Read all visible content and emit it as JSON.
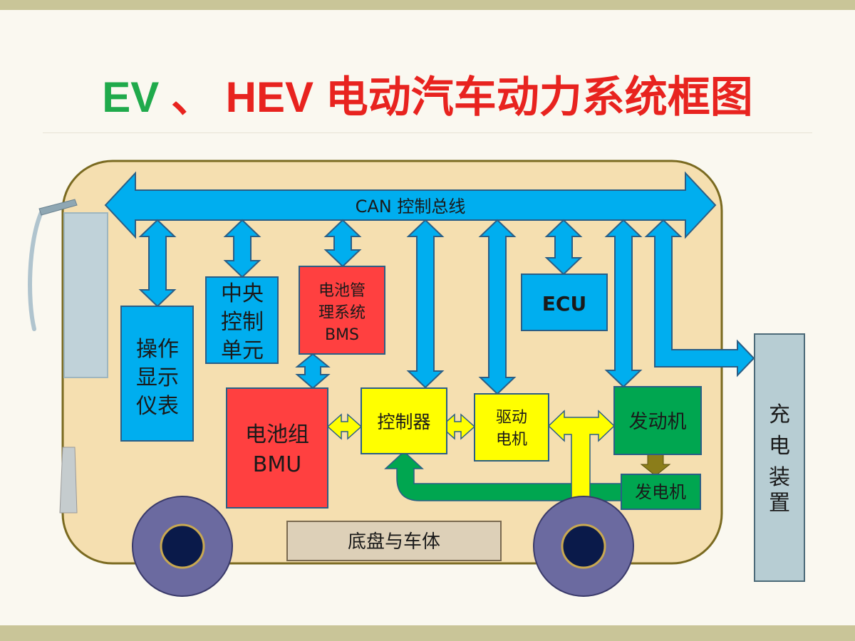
{
  "title": {
    "ev": "EV",
    "separator": "、",
    "rest": "HEV 电动汽车动力系统框图"
  },
  "colors": {
    "bus_body": "#f5dfb0",
    "bus_outline": "#7a6a20",
    "can_blue": "#00aeef",
    "red_box": "#ff4040",
    "yellow_box": "#ffff00",
    "green_box": "#00a650",
    "olive_arrow": "#8b7d1a",
    "charger": "#b7cdd3",
    "wheel_outer": "#6b6aa0",
    "wheel_inner": "#0a1a4a"
  },
  "diagram": {
    "can_bus": "CAN  控制总线",
    "display": [
      "操作",
      "显示",
      "仪表"
    ],
    "central_ctrl": [
      "中央",
      "控制",
      "单元"
    ],
    "bms": [
      "电池管",
      "理系统",
      "BMS"
    ],
    "ecu": "ECU",
    "battery": [
      "电池组",
      "BMU"
    ],
    "controller": "控制器",
    "drive_motor": [
      "驱动",
      "电机"
    ],
    "engine": "发动机",
    "generator": "发电机",
    "chassis": "底盘与车体",
    "charger": [
      "充",
      "电",
      "装",
      "置"
    ]
  }
}
